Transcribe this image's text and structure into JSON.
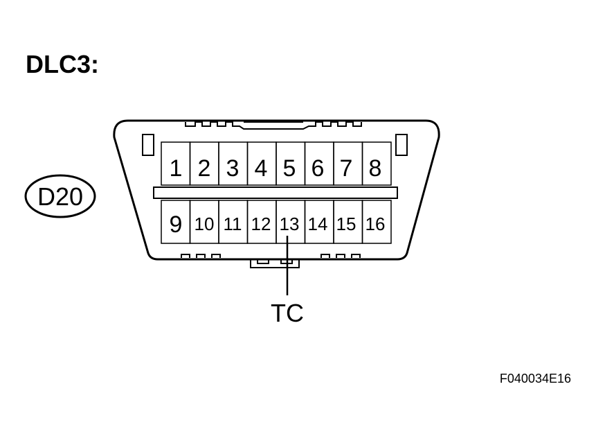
{
  "title": "DLC3:",
  "connector_id": "D20",
  "pins_top": [
    "1",
    "2",
    "3",
    "4",
    "5",
    "6",
    "7",
    "8"
  ],
  "pins_bottom": [
    "9",
    "10",
    "11",
    "12",
    "13",
    "14",
    "15",
    "16"
  ],
  "callout": {
    "pin": "13",
    "label": "TC"
  },
  "figure_code": "F040034E16"
}
